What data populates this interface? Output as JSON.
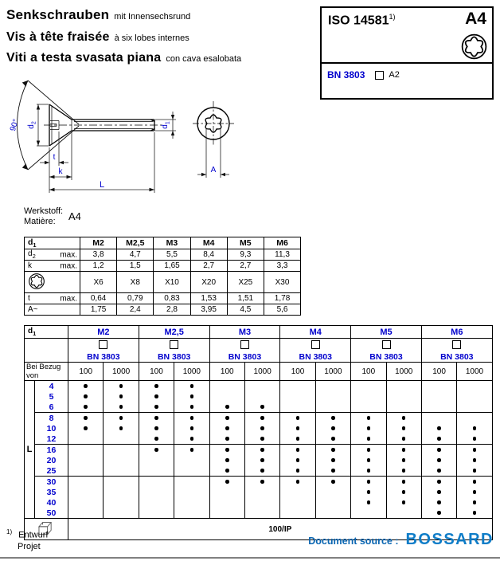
{
  "page": {
    "titles": [
      {
        "title": "Senkschrauben",
        "subtitle": "mit Innensechsrund"
      },
      {
        "title": "Vis à tête fraisée",
        "subtitle": "à six lobes internes"
      },
      {
        "title": "Viti a testa svasata piana",
        "subtitle": "con cava esalobata"
      }
    ],
    "iso_box": {
      "standard": "ISO 14581",
      "standard_sup": "1)",
      "grade": "A4",
      "bn_number": "BN 3803",
      "alt_grade": "A2"
    },
    "material": {
      "label_de": "Werkstoff:",
      "label_fr": "Matière:",
      "value": "A4"
    },
    "drawing_labels": {
      "angle": "90°",
      "d2_base": "d",
      "d2_sub": "2",
      "d1_base": "d",
      "d1_sub": "1",
      "t": "t",
      "k": "k",
      "L": "L",
      "A": "A"
    },
    "dim_table": {
      "corner_base": "d",
      "corner_sub": "1",
      "columns": [
        "M2",
        "M2,5",
        "M3",
        "M4",
        "M5",
        "M6"
      ],
      "rows": [
        {
          "label_base": "d",
          "label_sub": "2",
          "suffix": "max.",
          "values": [
            "3,8",
            "4,7",
            "5,5",
            "8,4",
            "9,3",
            "11,3"
          ]
        },
        {
          "label_base": "k",
          "suffix": "max.",
          "values": [
            "1,2",
            "1,5",
            "1,65",
            "2,7",
            "2,7",
            "3,3"
          ]
        },
        {
          "icon": "torx-icon",
          "values": [
            "X6",
            "X8",
            "X10",
            "X20",
            "X25",
            "X30"
          ]
        },
        {
          "label_base": "t",
          "suffix": "max.",
          "values": [
            "0,64",
            "0,79",
            "0,83",
            "1,53",
            "1,51",
            "1,78"
          ]
        },
        {
          "label_base": "A~",
          "values": [
            "1,75",
            "2,4",
            "2,8",
            "3,95",
            "4,5",
            "5,6"
          ]
        }
      ]
    },
    "availability_table": {
      "corner_base": "d",
      "corner_sub": "1",
      "sizes": [
        "M2",
        "M2,5",
        "M3",
        "M4",
        "M5",
        "M6"
      ],
      "bn_label": "BN 3803",
      "ref_label": "Bei Bezug von",
      "qty_labels": [
        "100",
        "1000"
      ],
      "length_label": "L",
      "groups": [
        {
          "rows": [
            {
              "L": "4",
              "dots": [
                1,
                1,
                1,
                1,
                0,
                0,
                0,
                0,
                0,
                0,
                0,
                0
              ]
            },
            {
              "L": "5",
              "dots": [
                1,
                1,
                1,
                1,
                0,
                0,
                0,
                0,
                0,
                0,
                0,
                0
              ]
            },
            {
              "L": "6",
              "dots": [
                1,
                1,
                1,
                1,
                1,
                1,
                0,
                0,
                0,
                0,
                0,
                0
              ]
            }
          ]
        },
        {
          "rows": [
            {
              "L": "8",
              "dots": [
                1,
                1,
                1,
                1,
                1,
                1,
                1,
                1,
                1,
                1,
                0,
                0
              ]
            },
            {
              "L": "10",
              "dots": [
                1,
                1,
                1,
                1,
                1,
                1,
                1,
                1,
                1,
                1,
                1,
                1
              ]
            },
            {
              "L": "12",
              "dots": [
                0,
                0,
                1,
                1,
                1,
                1,
                1,
                1,
                1,
                1,
                1,
                1
              ]
            }
          ]
        },
        {
          "rows": [
            {
              "L": "16",
              "dots": [
                0,
                0,
                1,
                1,
                1,
                1,
                1,
                1,
                1,
                1,
                1,
                1
              ]
            },
            {
              "L": "20",
              "dots": [
                0,
                0,
                0,
                0,
                1,
                1,
                1,
                1,
                1,
                1,
                1,
                1
              ]
            },
            {
              "L": "25",
              "dots": [
                0,
                0,
                0,
                0,
                1,
                1,
                1,
                1,
                1,
                1,
                1,
                1
              ]
            }
          ]
        },
        {
          "rows": [
            {
              "L": "30",
              "dots": [
                0,
                0,
                0,
                0,
                1,
                1,
                1,
                1,
                1,
                1,
                1,
                1
              ]
            },
            {
              "L": "35",
              "dots": [
                0,
                0,
                0,
                0,
                0,
                0,
                0,
                0,
                1,
                1,
                1,
                1
              ]
            },
            {
              "L": "40",
              "dots": [
                0,
                0,
                0,
                0,
                0,
                0,
                0,
                0,
                1,
                1,
                1,
                1
              ]
            },
            {
              "L": "50",
              "dots": [
                0,
                0,
                0,
                0,
                0,
                0,
                0,
                0,
                0,
                0,
                1,
                1
              ]
            }
          ]
        }
      ],
      "package_row_value": "100/IP"
    },
    "footer": {
      "note_sup": "1)",
      "note_line1": "Entwurf",
      "note_line2": "Projet",
      "source_label": "Document source :",
      "brand": "BOSSARD"
    },
    "colors": {
      "accent_blue": "#0000cd",
      "footer_label_blue": "#0a66b2",
      "brand_blue": "#0f7dc8"
    }
  }
}
